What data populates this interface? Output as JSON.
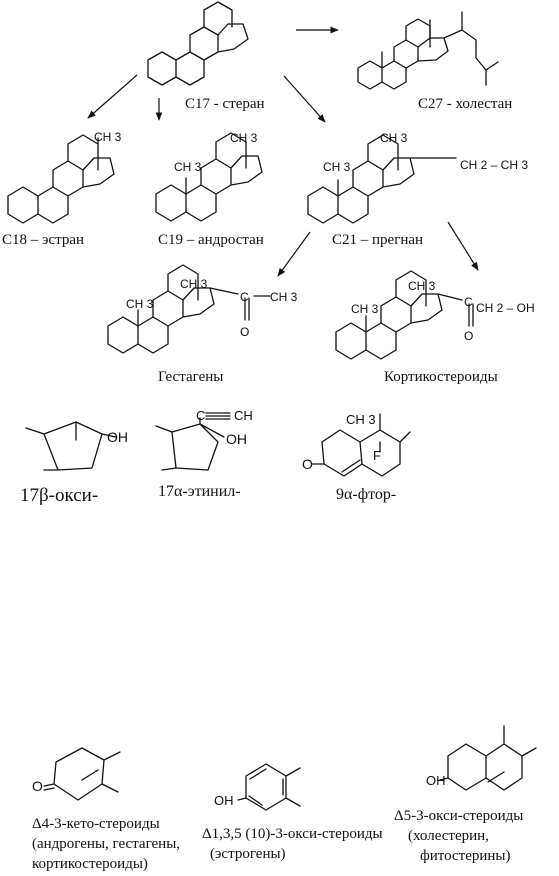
{
  "labels": {
    "steran": "C17 - стеран",
    "cholestan": "C27 - холестан",
    "estran": "C18 – эстран",
    "androstan": "C19 – андростан",
    "pregnan": "C21 – прегнан",
    "gestagens": "Гестагены",
    "corticosteroids": "Кортикостероиды",
    "oxy17b": "17β-окси-",
    "ethynyl17a": "17α-этинил-",
    "fluoro9a": "9α-фтор-"
  },
  "atoms": {
    "ch3": "CH 3",
    "ch2": "CH 2",
    "c_label": "C",
    "o_label": "O",
    "oh": "OH",
    "f_label": "F",
    "ch_triple": "CH",
    "ch2_ch3": "CH 2 – CH 3",
    "ch2_oh": "CH 2 – OH"
  },
  "bottom": {
    "keto_title": "Δ4-3-кето-стероиды",
    "keto_sub1": "(андрогены, гестагены,",
    "keto_sub2": "кортикостероиды)",
    "estro_title": "Δ1,3,5 (10)-3-окси-стероиды",
    "estro_sub": "(эстрогены)",
    "d5_title": "Δ5-3-окси-стероиды",
    "d5_sub1": "(холестерин,",
    "d5_sub2": "фитостерины)"
  }
}
